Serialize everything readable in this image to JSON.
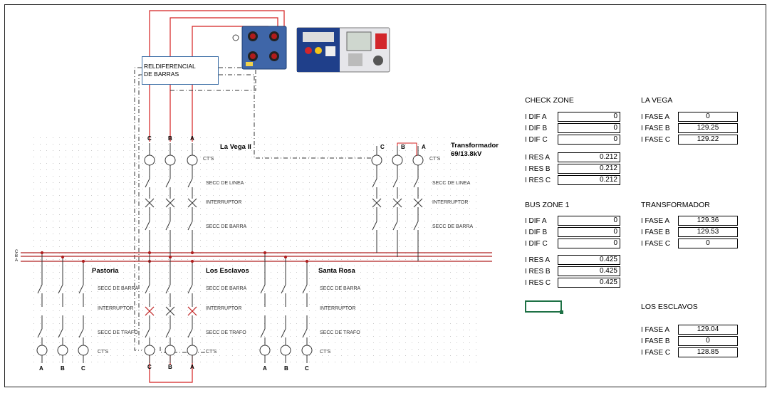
{
  "diagram": {
    "relay_label": [
      "RELDIFERENCIAL",
      "DE BARRAS"
    ],
    "bays": {
      "la_vega_ii": "La Vega II",
      "transformador": [
        "Transformador",
        "69/13.8kV"
      ],
      "pastoria": "Pastoria",
      "los_esclavos": "Los Esclavos",
      "santa_rosa": "Santa Rosa"
    },
    "phases": {
      "c": "C",
      "b": "B",
      "a": "A"
    },
    "device_labels": {
      "cts": "CT'S",
      "secc_linea": "SECC DE LINEA",
      "interruptor": "INTERRUPTOR",
      "secc_barra": "SECC DE BARRA",
      "secc_trafo": "SECC DE TRAFO"
    },
    "colors": {
      "red": "#d42020",
      "line": "#000000",
      "dash": "#333333",
      "relay_border": "#3b6ea5",
      "selection": "#1e7145"
    }
  },
  "panel": {
    "check_zone": {
      "title": "CHECK ZONE",
      "dif": [
        {
          "label": "I DIF A",
          "value": "0"
        },
        {
          "label": "I DIF B",
          "value": "0"
        },
        {
          "label": "I DIF C",
          "value": "0"
        }
      ],
      "res": [
        {
          "label": "I RES A",
          "value": "0.212"
        },
        {
          "label": "I RES B",
          "value": "0.212"
        },
        {
          "label": "I RES C",
          "value": "0.212"
        }
      ]
    },
    "bus_zone_1": {
      "title": "BUS ZONE 1",
      "dif": [
        {
          "label": "I DIF A",
          "value": "0"
        },
        {
          "label": "I DIF B",
          "value": "0"
        },
        {
          "label": "I DIF C",
          "value": "0"
        }
      ],
      "res": [
        {
          "label": "I RES A",
          "value": "0.425"
        },
        {
          "label": "I RES B",
          "value": "0.425"
        },
        {
          "label": "I RES C",
          "value": "0.425"
        }
      ]
    },
    "la_vega": {
      "title": "LA VEGA",
      "rows": [
        {
          "label": "I FASE A",
          "value": "0"
        },
        {
          "label": "I FASE B",
          "value": "129.25"
        },
        {
          "label": "I FASE C",
          "value": "129.22"
        }
      ]
    },
    "transformador": {
      "title": "TRANSFORMADOR",
      "rows": [
        {
          "label": "I FASE A",
          "value": "129.36"
        },
        {
          "label": "I FASE B",
          "value": "129.53"
        },
        {
          "label": "I FASE C",
          "value": "0"
        }
      ]
    },
    "los_esclavos": {
      "title": "LOS ESCLAVOS",
      "rows": [
        {
          "label": "I FASE A",
          "value": "129.04"
        },
        {
          "label": "I FASE B",
          "value": "0"
        },
        {
          "label": "I FASE C",
          "value": "128.85"
        }
      ]
    }
  }
}
